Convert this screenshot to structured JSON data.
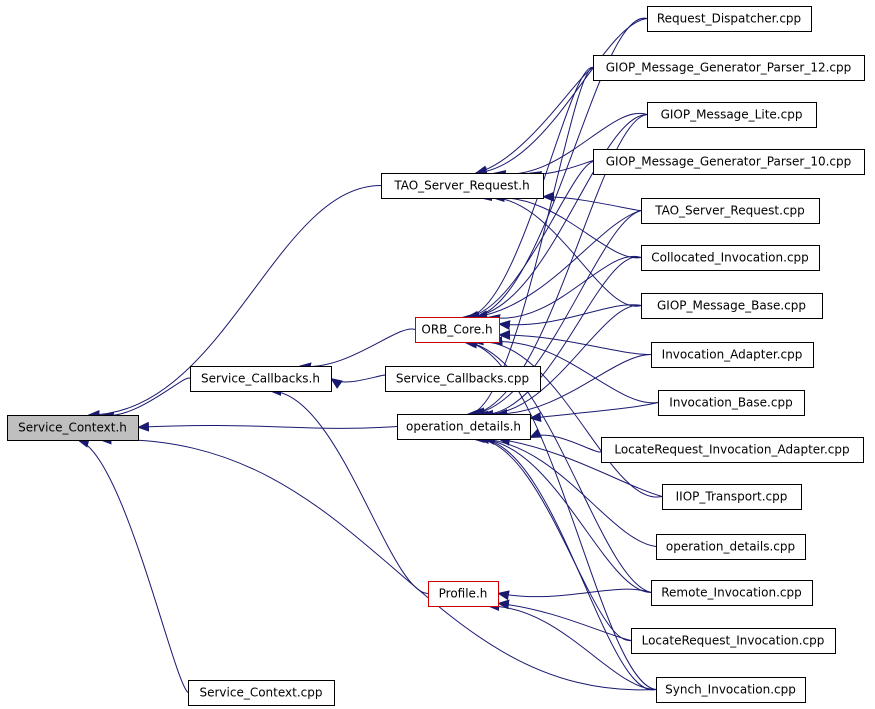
{
  "colors": {
    "edge": "#191970",
    "node_border": "#000000",
    "node_border_incomplete": "#cc0000",
    "node_fill": "#ffffff",
    "node_fill_active": "#bfbfbf"
  },
  "nodes": [
    {
      "id": "service-context-h",
      "label": "Service_Context.h",
      "active": true
    },
    {
      "id": "service-context-cpp",
      "label": "Service_Context.cpp"
    },
    {
      "id": "service-callbacks-h",
      "label": "Service_Callbacks.h"
    },
    {
      "id": "service-callbacks-cpp",
      "label": "Service_Callbacks.cpp"
    },
    {
      "id": "tao-server-request-h",
      "label": "TAO_Server_Request.h"
    },
    {
      "id": "orb-core-h",
      "label": "ORB_Core.h",
      "incomplete": true
    },
    {
      "id": "operation-details-h",
      "label": "operation_details.h"
    },
    {
      "id": "profile-h",
      "label": "Profile.h",
      "incomplete": true
    },
    {
      "id": "request-dispatcher-cpp",
      "label": "Request_Dispatcher.cpp"
    },
    {
      "id": "giop-message-generator-parser-12-cpp",
      "label": "GIOP_Message_Generator_Parser_12.cpp"
    },
    {
      "id": "giop-message-lite-cpp",
      "label": "GIOP_Message_Lite.cpp"
    },
    {
      "id": "giop-message-generator-parser-10-cpp",
      "label": "GIOP_Message_Generator_Parser_10.cpp"
    },
    {
      "id": "tao-server-request-cpp",
      "label": "TAO_Server_Request.cpp"
    },
    {
      "id": "collocated-invocation-cpp",
      "label": "Collocated_Invocation.cpp"
    },
    {
      "id": "giop-message-base-cpp",
      "label": "GIOP_Message_Base.cpp"
    },
    {
      "id": "invocation-adapter-cpp",
      "label": "Invocation_Adapter.cpp"
    },
    {
      "id": "invocation-base-cpp",
      "label": "Invocation_Base.cpp"
    },
    {
      "id": "locaterequest-invocation-adapter-cpp",
      "label": "LocateRequest_Invocation_Adapter.cpp"
    },
    {
      "id": "iiop-transport-cpp",
      "label": "IIOP_Transport.cpp"
    },
    {
      "id": "operation-details-cpp",
      "label": "operation_details.cpp"
    },
    {
      "id": "remote-invocation-cpp",
      "label": "Remote_Invocation.cpp"
    },
    {
      "id": "locaterequest-invocation-cpp",
      "label": "LocateRequest_Invocation.cpp"
    },
    {
      "id": "synch-invocation-cpp",
      "label": "Synch_Invocation.cpp"
    }
  ],
  "edges": [
    [
      "service-context-cpp",
      "service-context-h"
    ],
    [
      "service-callbacks-h",
      "service-context-h"
    ],
    [
      "tao-server-request-h",
      "service-context-h"
    ],
    [
      "operation-details-h",
      "service-context-h"
    ],
    [
      "synch-invocation-cpp",
      "service-context-h"
    ],
    [
      "service-callbacks-cpp",
      "service-callbacks-h"
    ],
    [
      "orb-core-h",
      "service-callbacks-h"
    ],
    [
      "profile-h",
      "service-callbacks-h"
    ],
    [
      "request-dispatcher-cpp",
      "tao-server-request-h"
    ],
    [
      "giop-message-generator-parser-12-cpp",
      "tao-server-request-h"
    ],
    [
      "giop-message-lite-cpp",
      "tao-server-request-h"
    ],
    [
      "giop-message-generator-parser-10-cpp",
      "tao-server-request-h"
    ],
    [
      "tao-server-request-cpp",
      "tao-server-request-h"
    ],
    [
      "collocated-invocation-cpp",
      "tao-server-request-h"
    ],
    [
      "giop-message-base-cpp",
      "tao-server-request-h"
    ],
    [
      "request-dispatcher-cpp",
      "orb-core-h"
    ],
    [
      "giop-message-generator-parser-12-cpp",
      "orb-core-h"
    ],
    [
      "giop-message-lite-cpp",
      "orb-core-h"
    ],
    [
      "giop-message-generator-parser-10-cpp",
      "orb-core-h"
    ],
    [
      "tao-server-request-cpp",
      "orb-core-h"
    ],
    [
      "collocated-invocation-cpp",
      "orb-core-h"
    ],
    [
      "giop-message-base-cpp",
      "orb-core-h"
    ],
    [
      "invocation-adapter-cpp",
      "orb-core-h"
    ],
    [
      "invocation-base-cpp",
      "orb-core-h"
    ],
    [
      "iiop-transport-cpp",
      "orb-core-h"
    ],
    [
      "remote-invocation-cpp",
      "orb-core-h"
    ],
    [
      "synch-invocation-cpp",
      "orb-core-h"
    ],
    [
      "giop-message-generator-parser-12-cpp",
      "operation-details-h"
    ],
    [
      "giop-message-lite-cpp",
      "operation-details-h"
    ],
    [
      "tao-server-request-cpp",
      "operation-details-h"
    ],
    [
      "collocated-invocation-cpp",
      "operation-details-h"
    ],
    [
      "giop-message-base-cpp",
      "operation-details-h"
    ],
    [
      "invocation-adapter-cpp",
      "operation-details-h"
    ],
    [
      "invocation-base-cpp",
      "operation-details-h"
    ],
    [
      "locaterequest-invocation-adapter-cpp",
      "operation-details-h"
    ],
    [
      "iiop-transport-cpp",
      "operation-details-h"
    ],
    [
      "operation-details-cpp",
      "operation-details-h"
    ],
    [
      "remote-invocation-cpp",
      "operation-details-h"
    ],
    [
      "locaterequest-invocation-cpp",
      "operation-details-h"
    ],
    [
      "synch-invocation-cpp",
      "operation-details-h"
    ],
    [
      "remote-invocation-cpp",
      "profile-h"
    ],
    [
      "locaterequest-invocation-cpp",
      "profile-h"
    ],
    [
      "synch-invocation-cpp",
      "profile-h"
    ]
  ]
}
